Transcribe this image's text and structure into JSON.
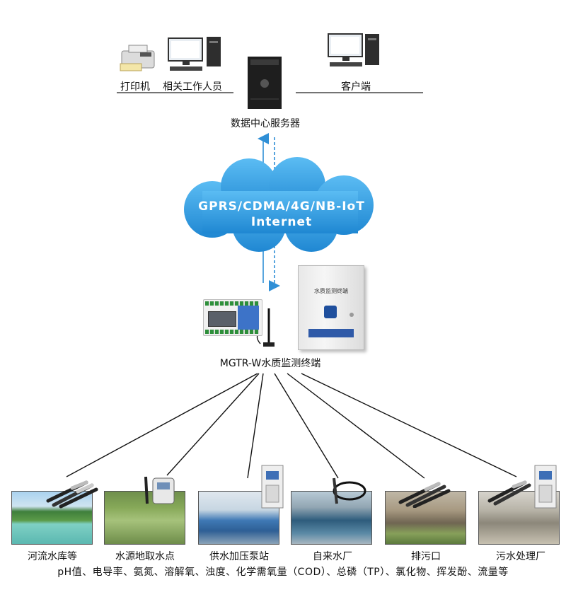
{
  "top": {
    "printer_label": "打印机",
    "staff_label": "相关工作人员",
    "client_label": "客户端",
    "server_label": "数据中心服务器"
  },
  "cloud": {
    "line1": "GPRS/CDMA/4G/NB-IoT",
    "line2": "Internet"
  },
  "terminal": {
    "label": "MGTR-W水质监测终端",
    "cabinet_title": "水质监测终端"
  },
  "sites": [
    {
      "label": "河流水库等"
    },
    {
      "label": "水源地取水点"
    },
    {
      "label": "供水加压泵站"
    },
    {
      "label": "自来水厂"
    },
    {
      "label": "排污口"
    },
    {
      "label": "污水处理厂"
    }
  ],
  "footer": "pH值、电导率、氨氮、溶解氧、浊度、化学需氧量（COD）、总磷（TP）、氯化物、挥发酚、流量等",
  "colors": {
    "cloud": "#2f9de0",
    "arrow": "#2f8fd6",
    "wire": "#111111"
  }
}
